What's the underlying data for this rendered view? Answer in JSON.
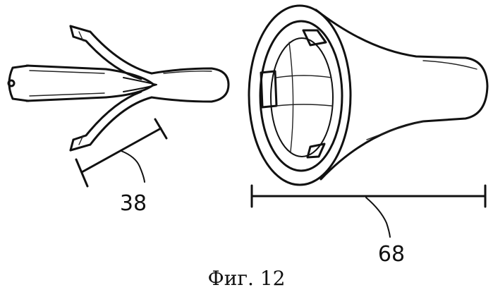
{
  "figure": {
    "caption": "Фиг. 12",
    "reference_numerals": {
      "left_part_span": "38",
      "right_part_length": "68"
    }
  }
}
